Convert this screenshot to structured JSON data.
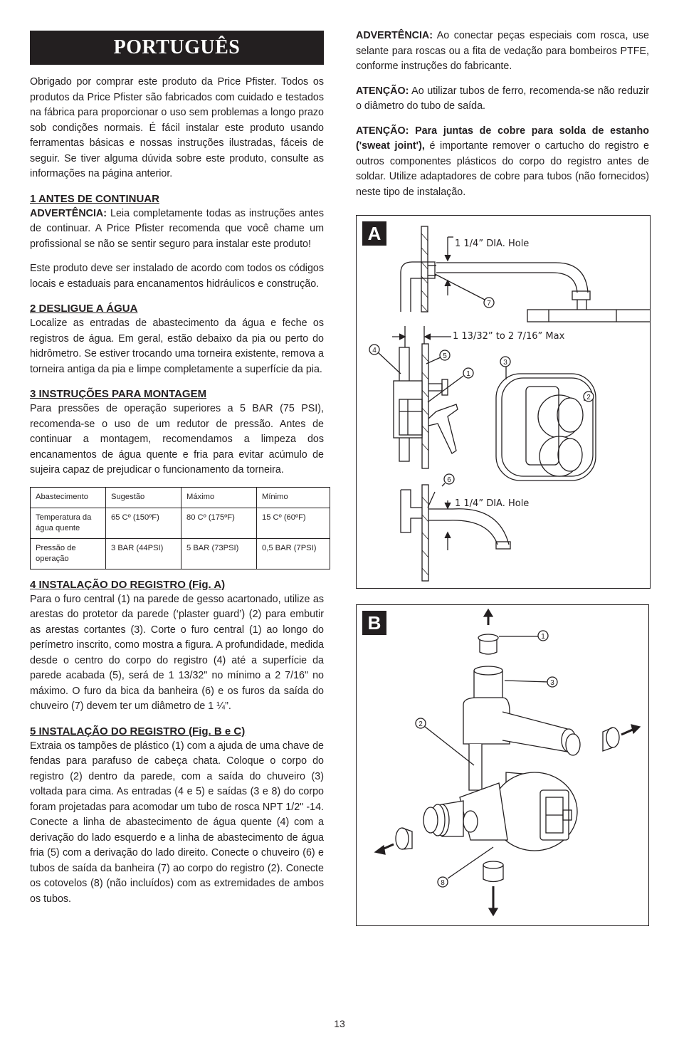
{
  "header": {
    "title": "PORTUGUÊS"
  },
  "intro": "Obrigado por comprar este produto da Price Pfister. Todos os produtos da Price Pfister são fabricados com cuidado e testados na fábrica para proporcionar o uso sem problemas a longo prazo sob condições normais. É fácil instalar este produto usando ferramentas básicas e nossas instruções ilustradas, fáceis de seguir. Se tiver alguma dúvida sobre este produto, consulte as informações na página anterior.",
  "s1": {
    "heading": "1 ANTES DE CONTINUAR",
    "warn_label": "ADVERTÊNCIA:",
    "warn_text": " Leia completamente todas as instruções antes de continuar. A Price Pfister recomenda que você chame um profissional se não se sentir seguro para instalar este produto!",
    "p2": "Este produto deve ser instalado de acordo com todos os códigos locais e estaduais para encanamentos hidráulicos e construção."
  },
  "s2": {
    "heading": "2 DESLIGUE A ÁGUA",
    "text": "Localize as entradas de abastecimento da água e feche os registros de água. Em geral, estão debaixo da pia ou perto do hidrômetro. Se estiver trocando uma torneira existente, remova a torneira antiga da pia e limpe completamente a superfície da pia."
  },
  "s3": {
    "heading": "3 INSTRUÇÕES PARA MONTAGEM",
    "text": "Para pressões de operação superiores a 5 BAR (75 PSI), recomenda-se o uso de um redutor de pressão. Antes de continuar a montagem, recomendamos a limpeza dos encanamentos de água quente e fria para evitar acúmulo de sujeira capaz de prejudicar o funcionamento da torneira."
  },
  "table": {
    "header": [
      "Abastecimento",
      "Sugestão",
      "Máximo",
      "Mínimo"
    ],
    "rows": [
      [
        "Temperatura da água quente",
        " 65 Cº (150ºF)",
        "80 Cº (175ºF)",
        "15 Cº (60ºF)"
      ],
      [
        "Pressão de operação",
        "3 BAR (44PSI)",
        "5 BAR (73PSI)",
        "0,5 BAR (7PSI)"
      ]
    ]
  },
  "s4": {
    "heading": "4 INSTALAÇÃO DO REGISTRO (Fig. A)",
    "text": "Para o furo central (1) na parede de gesso acartonado, utilize as arestas do protetor da parede (‘plaster guard’) (2) para embutir as arestas cortantes (3). Corte o furo central (1) ao longo do perímetro inscrito, como mostra a figura. A profundidade, medida desde o centro do corpo do registro (4) até a superfície da parede acabada (5), será de 1 13/32\" no mínimo a 2 7/16\" no máximo. O furo da bica da banheira (6) e os furos da saída do chuveiro (7) devem ter um diâmetro de 1 ¼”."
  },
  "s5": {
    "heading": "5 INSTALAÇÃO DO REGISTRO (Fig. B e C)",
    "text": "Extraia os tampões de plástico (1) com a ajuda de uma chave de fendas para parafuso de cabeça chata. Coloque o corpo do registro (2) dentro da parede, com a saída do chuveiro (3) voltada para cima. As entradas (4 e 5) e saídas (3 e 8) do corpo foram projetadas para acomodar um tubo de rosca NPT 1/2\" -14. Conecte a linha de abastecimento de água quente (4) com a derivação do lado esquerdo e a linha de abastecimento de água fria (5) com a derivação do lado direito. Conecte o chuveiro (6) e tubos de saída da banheira (7) ao corpo do registro (2). Conecte os cotovelos (8) (não incluídos) com as extremidades de ambos os tubos."
  },
  "right": {
    "w1_label": "ADVERTÊNCIA:",
    "w1_text": " Ao conectar peças especiais com rosca, use selante para roscas ou a fita de vedação para bombeiros PTFE, conforme instruções do fabricante.",
    "w2_label": "ATENÇÃO:",
    "w2_text": " Ao utilizar tubos de ferro, recomenda-se não reduzir o diâmetro do tubo de saída.",
    "w3_label": "ATENÇÃO: Para juntas de cobre para solda de estanho ('sweat joint'),",
    "w3_text": " é importante remover o cartucho do registro e outros componentes plásticos do corpo do registro antes de soldar. Utilize adaptadores de cobre para tubos (não fornecidos) neste tipo de instalação."
  },
  "figA": {
    "label": "A",
    "hole_top": "1 1/4” DIA. Hole",
    "depth": "1 13/32” to 2 7/16” Max",
    "hole_bottom": "1 1/4” DIA. Hole",
    "callouts": [
      "7",
      "4",
      "5",
      "1",
      "3",
      "2",
      "6"
    ]
  },
  "figB": {
    "label": "B",
    "callouts": [
      "1",
      "3",
      "2",
      "8"
    ]
  },
  "page_number": "13"
}
